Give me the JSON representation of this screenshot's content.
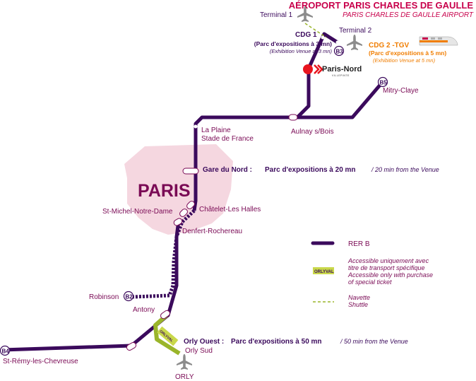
{
  "header": {
    "title_fr": "AÉROPORT PARIS CHARLES DE GAULLE",
    "title_en": "PARIS CHARLES DE GAULLE AIRPORT"
  },
  "airport_cdg": {
    "terminal1": "Terminal 1",
    "terminal2": "Terminal 2",
    "cdg1_name": "CDG 1",
    "cdg1_time_fr": "(Parc  d'expositions à 3 mn)",
    "cdg1_time_en": "(Exhibition Venue at 3 mn)",
    "cdg2_name": "CDG 2 -TGV",
    "cdg2_time_fr": "(Parc  d'expositions à 5 mn)",
    "cdg2_time_en": "(Exhibition Venue at 5 mn)"
  },
  "logo": {
    "text": "Paris-Nord",
    "subtext": "VILLEPINTE"
  },
  "city": {
    "name": "PARIS"
  },
  "branches": {
    "b2": "B2",
    "b3": "B3",
    "b4": "B4",
    "b5": "B5"
  },
  "stations": {
    "mitry": "Mitry-Claye",
    "aulnay": "Aulnay s/Bois",
    "laplaine_1": "La Plaine",
    "laplaine_2": "Stade de France",
    "garedunord": "Gare du Nord :",
    "garedunord_time": "Parc d'expositions à 20 mn",
    "garedunord_time_en": " / 20 min from the Venue",
    "chatelet": "Châtelet-Les Halles",
    "stmichel": "St-Michel-Notre-Dame",
    "denfert": "Denfert-Rochereau",
    "robinson": "Robinson",
    "antony": "Antony",
    "orlyouest": "Orly Ouest :",
    "orlyouest_time": "Parc d'expositions à 50 mn",
    "orlyouest_time_en": " / 50 min from the Venue",
    "orlysud": "Orly Sud",
    "orly": "ORLY",
    "stremy": "St-Rémy-les-Chevreuse"
  },
  "legend": {
    "rerb": "RER B",
    "orlyval_badge": "ORLYVAL",
    "orlyval_fr_1": "Accessible uniquement avec",
    "orlyval_fr_2": "titre de transport spécifique",
    "orlyval_en_1": "Accessible only with purchase",
    "orlyval_en_2": "of special ticket",
    "shuttle_fr": "Navette",
    "shuttle_en": "Shuttle"
  },
  "colors": {
    "line_rer": "#3b0a5c",
    "text_magenta": "#7a0a55",
    "title_red": "#c8004b",
    "cdg2_orange": "#f07d00",
    "orlyval": "#9ab52a",
    "paris_area": "#f5d7e0",
    "logo_red": "#e8141e"
  },
  "icons": [
    "plane-icon",
    "tgv-train-icon",
    "paris-nord-logo"
  ]
}
